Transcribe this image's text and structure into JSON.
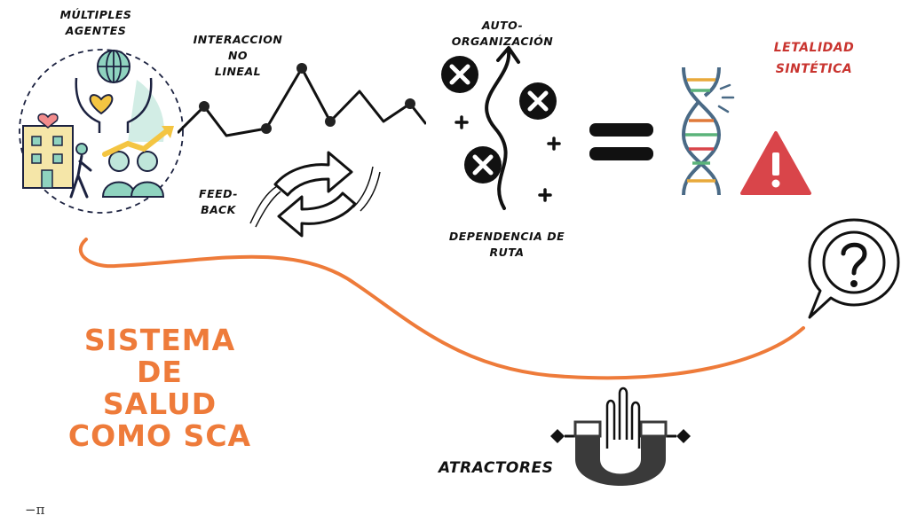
{
  "labels": {
    "multiple_agents": "MÚLTIPLES AGENTES",
    "nonlinear_interaction_1": "INTERACCION",
    "nonlinear_interaction_2": "NO",
    "nonlinear_interaction_3": "LINEAL",
    "feedback": "FEED-BACK",
    "self_organization": "AUTO-ORGANIZACIÓN",
    "path_dependence": "DEPENDENCIA DE RUTA",
    "synthetic_lethality_1": "LETALIDAD",
    "synthetic_lethality_2": "SINTÉTICA",
    "main_title_1": "SISTEMA DE",
    "main_title_2": "SALUD",
    "main_title_3": "COMO SCA",
    "attractors": "ATRACTORES",
    "footer_symbol": "−π"
  },
  "colors": {
    "accent_orange": "#ee7b3a",
    "alert_red": "#d9454a",
    "teal": "#7ecbb4",
    "dark": "#111111"
  },
  "icons": [
    "health-agents-icon",
    "nonlinear-graph-icon",
    "feedback-arrows-icon",
    "self-organization-icon",
    "equals-icon",
    "dna-icon",
    "warning-icon",
    "question-bubble-icon",
    "magnet-icon"
  ]
}
